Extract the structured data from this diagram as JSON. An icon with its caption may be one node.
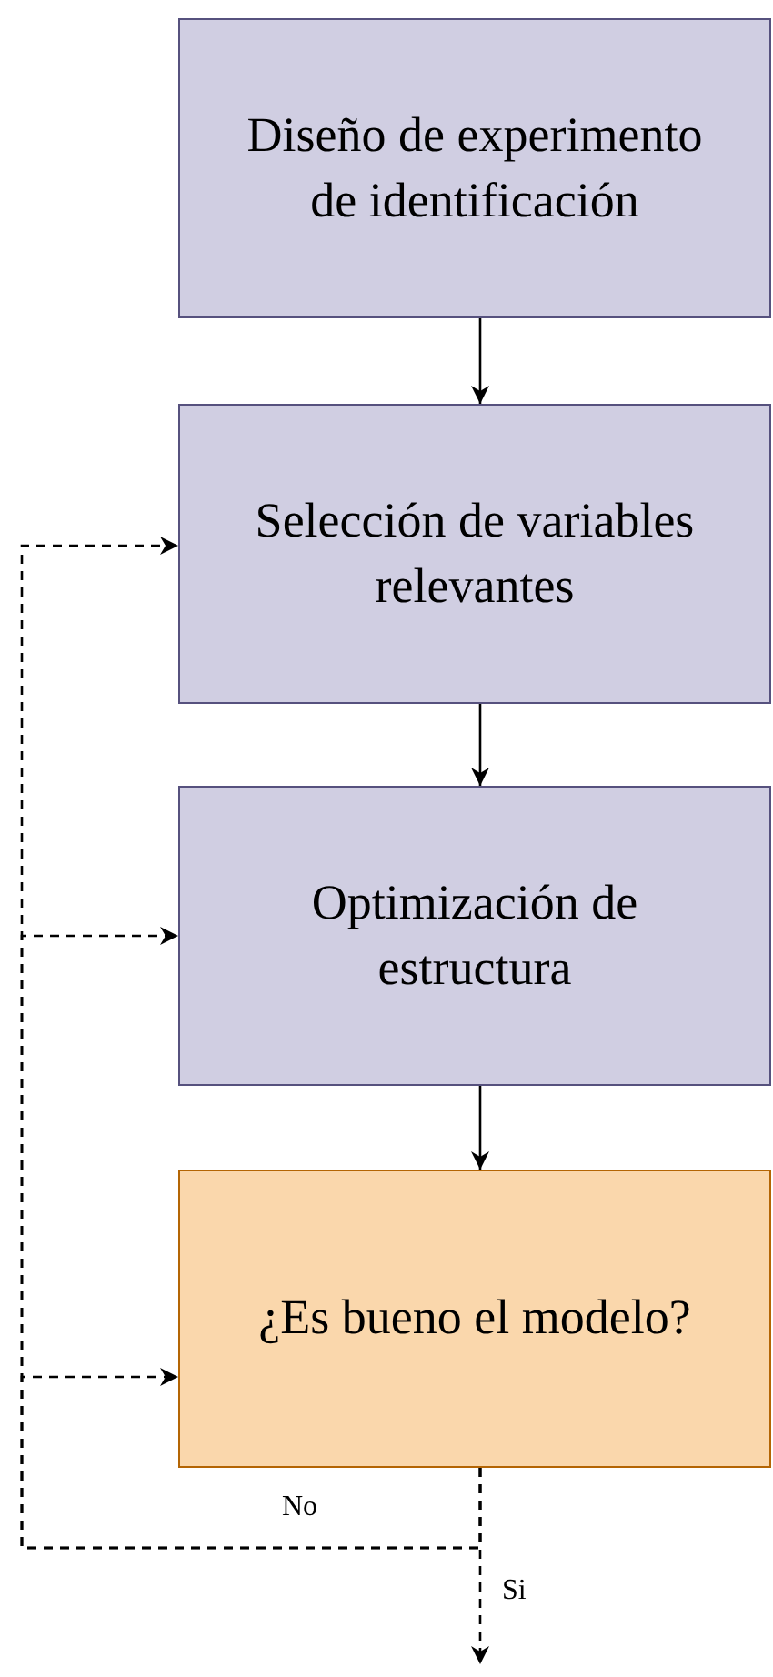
{
  "diagram": {
    "nodes": [
      {
        "text": [
          "Diseño de experimento de identificación"
        ]
      },
      {
        "text": [
          "Selección de variables relevantes"
        ]
      },
      {
        "text": [
          "Optimización de estructura"
        ]
      },
      {
        "text": [
          "¿Es bueno el modelo?"
        ]
      }
    ],
    "edges": [
      {
        "from": 0,
        "to": 1,
        "arrow": "to"
      },
      {
        "from": 1,
        "to": 2,
        "arrow": "to"
      },
      {
        "from": 2,
        "to": 3,
        "arrow": "to"
      },
      {
        "from": 3,
        "to": 1,
        "arrow": "to",
        "style": "dashed",
        "label": "No"
      },
      {
        "from": 3,
        "to": 2,
        "arrow": "to",
        "style": "dashed"
      },
      {
        "from": 3,
        "to": 3,
        "arrow": "to",
        "style": "dashed"
      },
      {
        "from": 3,
        "to": null,
        "arrow": "to",
        "style": "dashed",
        "label": "Si"
      }
    ]
  }
}
